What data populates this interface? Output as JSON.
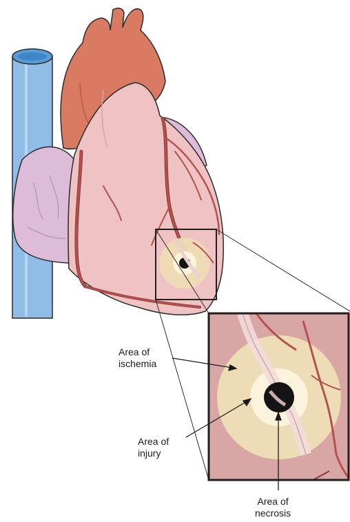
{
  "labels": {
    "ischemia": {
      "line1": "Area of",
      "line2": "ischemia"
    },
    "injury": {
      "line1": "Area of",
      "line2": "injury"
    },
    "necrosis": {
      "line1": "Area of",
      "line2": "necrosis"
    }
  },
  "colors": {
    "vena_cava": "#8fbde6",
    "vena_cava_top": "#5a9bd4",
    "aorta": "#d97a63",
    "heart_muscle": "#efc3c3",
    "atrium": "#dcbcd8",
    "coronary_artery": "#b4514e",
    "myocardium_zoom": "#d8a7a5",
    "ischemia_zone": "#eddcb5",
    "injury_zone": "#fbf3dc",
    "necrosis_zone": "#141414",
    "outline": "#2a2a2a"
  }
}
